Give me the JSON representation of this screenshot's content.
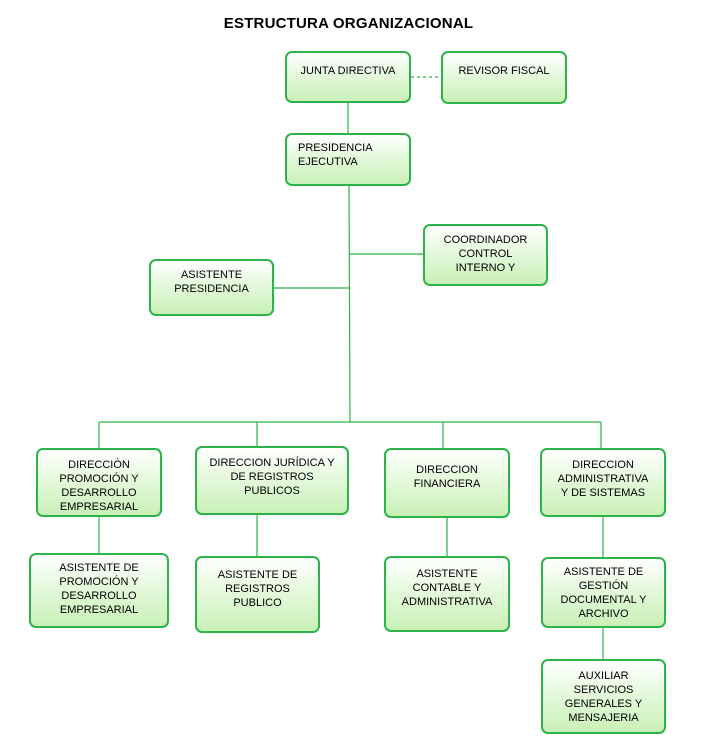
{
  "title": "ESTRUCTURA ORGANIZACIONAL",
  "nodes": {
    "junta": "JUNTA DIRECTIVA",
    "revisor": "REVISOR FISCAL",
    "presidencia": "PRESIDENCIA\nEJECUTIVA",
    "coordinador": "COORDINADOR\nCONTROL\nINTERNO Y",
    "asistente_presidencia": "ASISTENTE\nPRESIDENCIA",
    "dir_promocion": "DIRECCIÒN\nPROMOCIÓN Y\nDESARROLLO\nEMPRESARIAL",
    "dir_juridica": "DIRECCION JURÍDICA Y\nDE REGISTROS\nPUBLICOS",
    "dir_financiera": "DIRECCION\nFINANCIERA",
    "dir_administrativa": "DIRECCION\nADMINISTRATIVA\nY DE SISTEMAS",
    "asis_promocion": "ASISTENTE DE\nPROMOCIÓN Y\nDESARROLLO\nEMPRESARIAL",
    "asis_registros": "ASISTENTE DE\nREGISTROS\nPUBLICO",
    "asis_contable": "ASISTENTE\nCONTABLE Y\nADMINISTRATIVA",
    "asis_gestion": "ASISTENTE DE\nGESTIÓN\nDOCUMENTAL Y\nARCHIVO",
    "auxiliar": "AUXILIAR\nSERVICIOS\nGENERALES Y\nMENSAJERIA"
  },
  "colors": {
    "border": "#2db34a",
    "line": "#2db34a",
    "fill_top": "#ffffff",
    "fill_bottom": "#c9f0b6"
  }
}
